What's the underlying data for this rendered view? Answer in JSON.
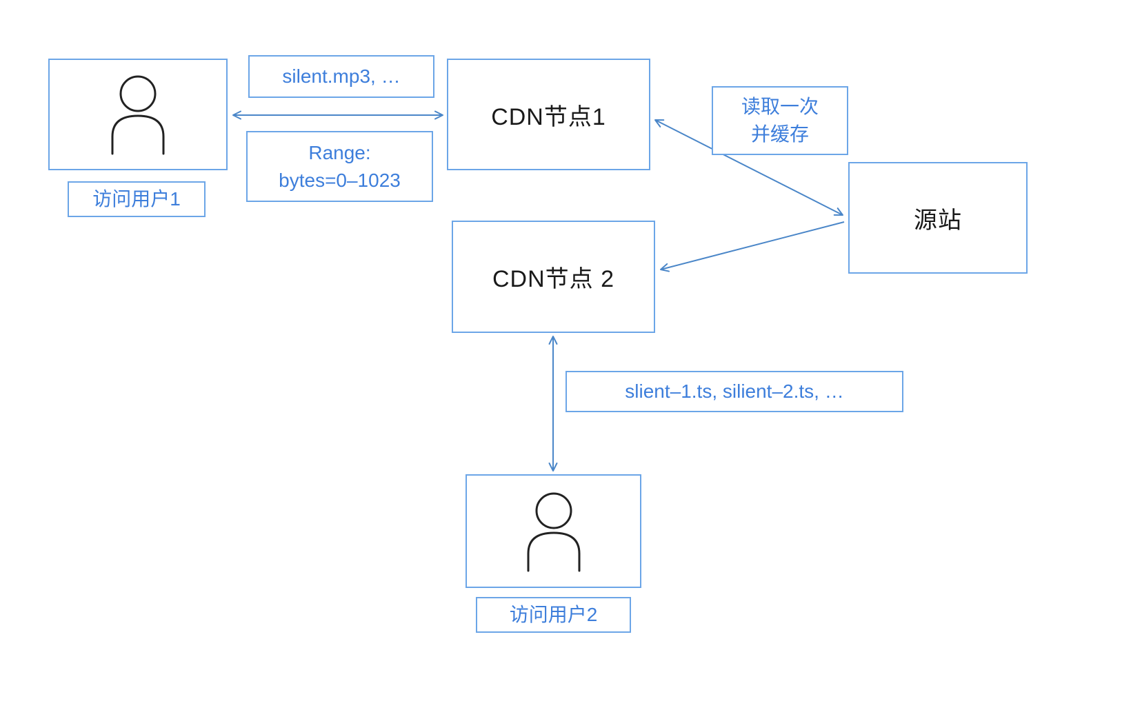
{
  "colors": {
    "box_border": "#6BA5E7",
    "label_text": "#3D7EDB",
    "arrow": "#4A86C8",
    "node_text": "#1a1a1a",
    "icon_stroke": "#222222"
  },
  "nodes": {
    "user1": {
      "label": "访问用户1"
    },
    "cdn1": {
      "label": "CDN节点1"
    },
    "cdn2": {
      "label": "CDN节点 2"
    },
    "origin": {
      "label": "源站"
    },
    "user2": {
      "label": "访问用户2"
    }
  },
  "annotations": {
    "file_request": "silent.mp3, …",
    "range_header": "Range:",
    "range_value": "bytes=0–1023",
    "cache_note_line1": "读取一次",
    "cache_note_line2": "并缓存",
    "segment_request": "slient–1.ts, silient–2.ts, …"
  }
}
